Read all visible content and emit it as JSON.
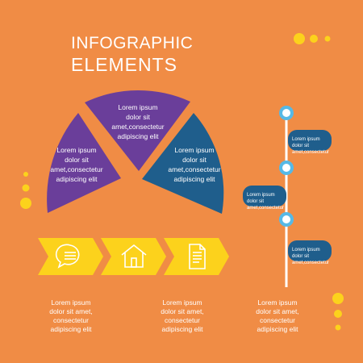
{
  "title": {
    "line1": "INFOGRAPHIC",
    "line2": "ELEMENTS"
  },
  "segments": [
    {
      "id": "left",
      "color": "#6a3e9a",
      "lines": [
        "Lorem ipsum",
        "dolor sit",
        "amet,consectetur",
        "adipiscing elit"
      ]
    },
    {
      "id": "middle",
      "color": "#6a3e9a",
      "lines": [
        "Lorem ipsum",
        "dolor sit",
        "amet,consectetur",
        "adipiscing elit"
      ]
    },
    {
      "id": "right",
      "color": "#1f5e8c",
      "lines": [
        "Lorem ipsum",
        "dolor sit",
        "amet,consectetur",
        "adipiscing elit"
      ]
    }
  ],
  "timeline": [
    {
      "side": "right",
      "text": "Lorem ipsum dolor sit amet,consectetur"
    },
    {
      "side": "left",
      "text": "Lorem ipsum dolor sit amet,consectetur"
    },
    {
      "side": "right",
      "text": "Lorem ipsum dolor sit amet,consectetur"
    }
  ],
  "steps": [
    {
      "icon": "speech-bubble-icon",
      "lines": [
        "Lorem ipsum",
        "dolor sit amet,",
        "consectetur",
        "adipiscing elit"
      ]
    },
    {
      "icon": "home-icon",
      "lines": [
        "Lorem ipsum",
        "dolor sit amet,",
        "consectetur",
        "adipiscing elit"
      ]
    },
    {
      "icon": "document-icon",
      "lines": [
        "Lorem ipsum",
        "dolor sit amet,",
        "consectetur",
        "adipiscing elit"
      ]
    }
  ],
  "colors": {
    "background": "#f08c45",
    "purple": "#6a3e9a",
    "blue": "#1f5e8c",
    "yellow": "#fcd21c",
    "white": "#ffffff",
    "timeline_ring": "#56b9e6"
  }
}
